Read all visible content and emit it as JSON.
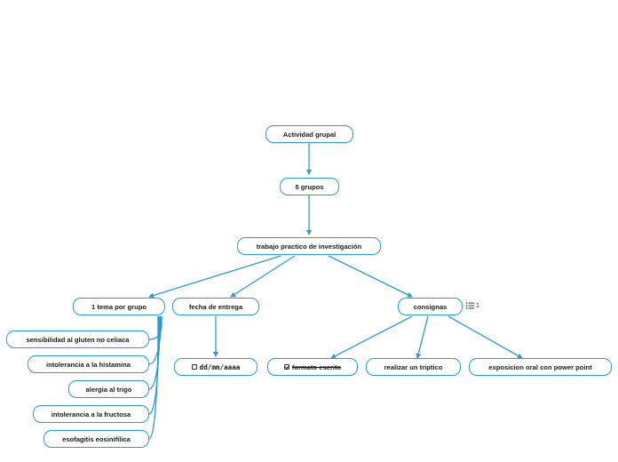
{
  "diagram": {
    "colors": {
      "accent": "#2c9ad4",
      "text": "#1a1a1a"
    },
    "nodes": {
      "root": "Actividad grupal",
      "groups": "5 grupos",
      "project": "trabajo practico de investigación",
      "topic_per_group": "1 tema por grupo",
      "due_date": "fecha de entrega",
      "instructions": "consignas",
      "date_placeholder": "dd/mm/aaaa",
      "written_format": "formato escrito",
      "triptych": "realizar un tríptico",
      "oral_presentation": "exposicion oral con power point",
      "topics": [
        "sensibilidad al gluten no celiaca",
        "intolerancia a la histamina",
        "alergia al trigo",
        "intolerancia a la fructosa",
        "esofagitis eosinifílica"
      ]
    },
    "instructions_badge": {
      "icon": "task-list-icon",
      "count": "1"
    },
    "written_format_checked": true,
    "date_checked": false
  }
}
